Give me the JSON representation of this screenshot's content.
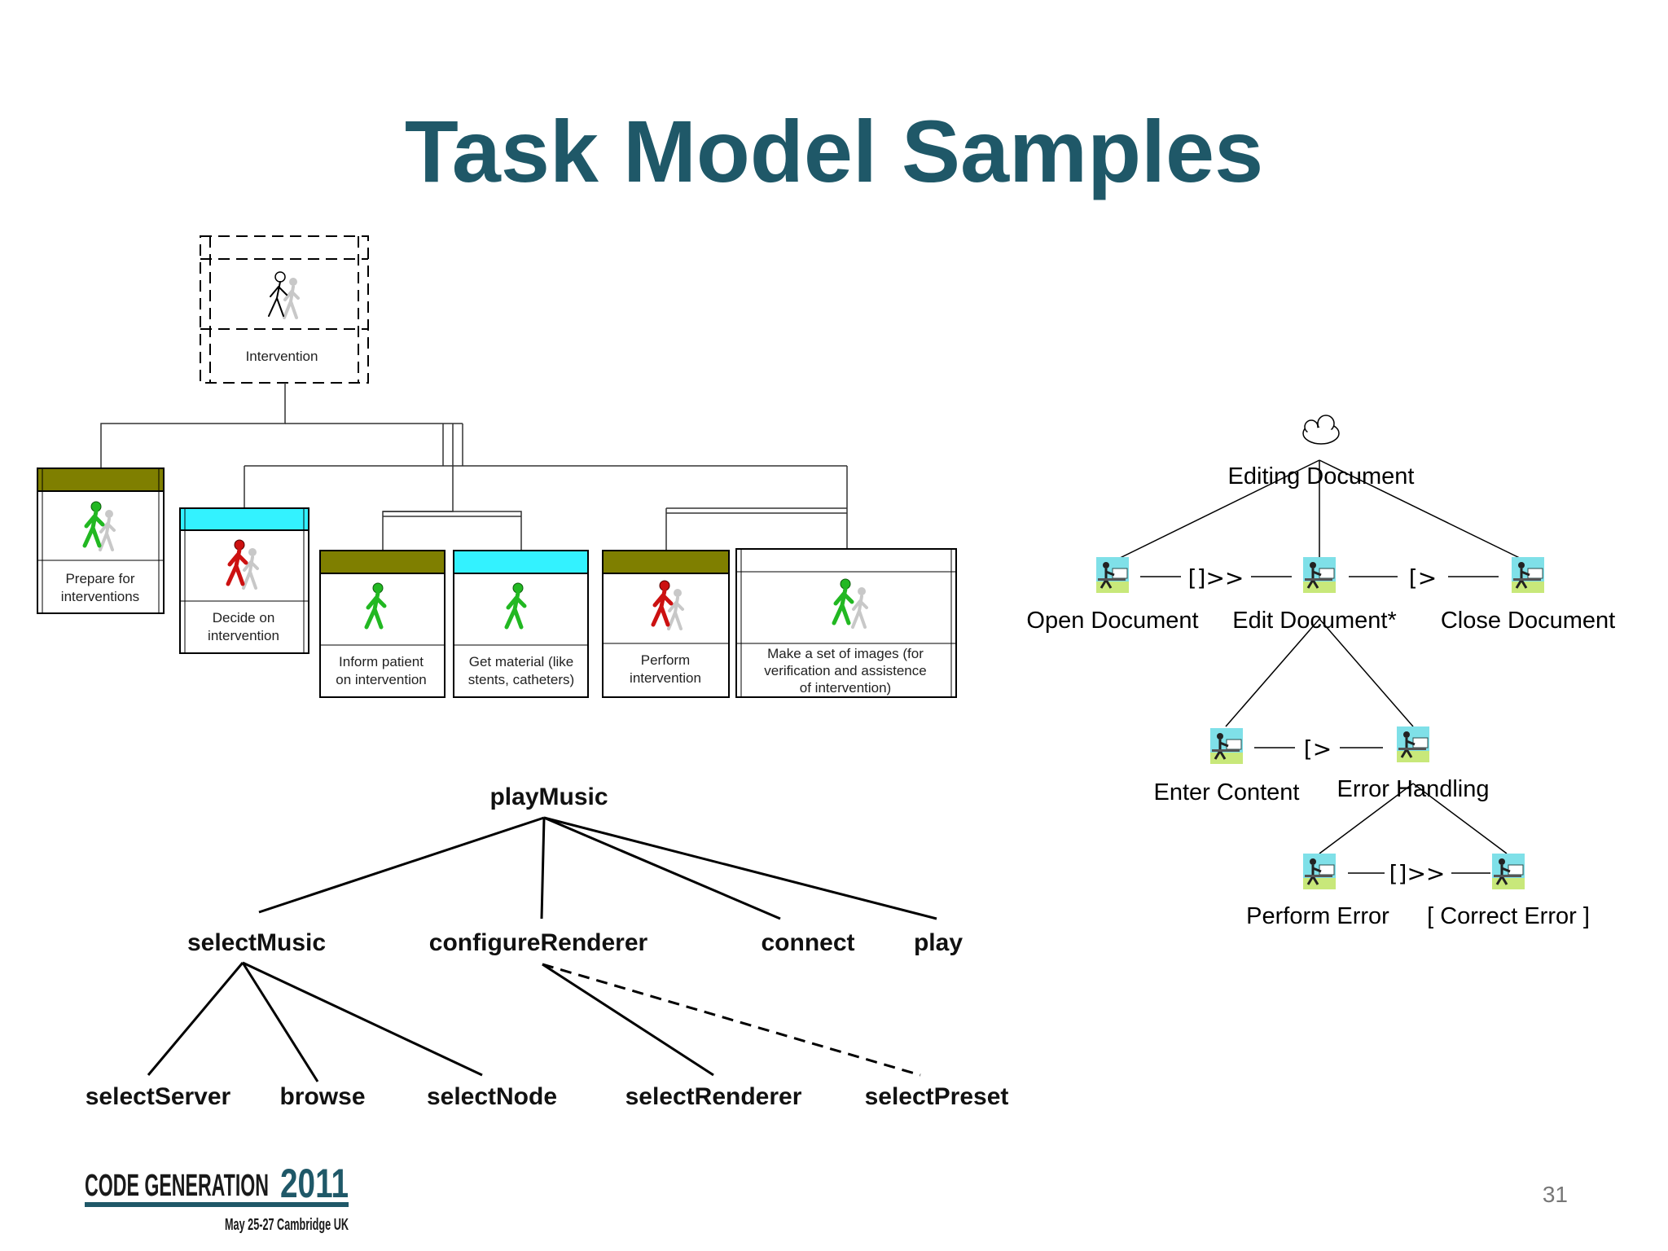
{
  "title": "Task Model Samples",
  "page_number": "31",
  "logo": {
    "line1_code": "CODE GENERATION",
    "line1_year": "2011",
    "line2": "May 25-27 Cambridge UK"
  },
  "colors": {
    "title": "#1f5868",
    "olive_header": "#7f7f00",
    "cyan_header": "#33f2ff",
    "green_figure": "#22b822",
    "red_figure": "#cc1111",
    "page_number": "#777777"
  },
  "intervention_diagram": {
    "root": "Intervention",
    "tasks": [
      {
        "label_lines": [
          "Prepare for",
          "interventions"
        ],
        "header": "olive",
        "figure": "green"
      },
      {
        "label_lines": [
          "Decide on",
          "intervention"
        ],
        "header": "cyan",
        "figure": "red"
      },
      {
        "label_lines": [
          "Inform patient",
          "on intervention"
        ],
        "header": "olive",
        "figure": "green"
      },
      {
        "label_lines": [
          "Get material (like",
          "stents, catheters)"
        ],
        "header": "cyan",
        "figure": "green"
      },
      {
        "label_lines": [
          "Perform",
          "intervention"
        ],
        "header": "olive",
        "figure": "red"
      },
      {
        "label_lines": [
          "Make a set of images (for",
          "verification and assistence",
          "of intervention)"
        ],
        "header": "none",
        "figure": "green"
      }
    ]
  },
  "playmusic_tree": {
    "root": "playMusic",
    "children": [
      "selectMusic",
      "configureRenderer",
      "connect",
      "play"
    ],
    "grandchildren": [
      "selectServer",
      "browse",
      "selectNode",
      "selectRenderer",
      "selectPreset"
    ]
  },
  "editing_tree": {
    "root": "Editing Document",
    "level1": [
      "Open Document",
      "Edit Document*",
      "Close Document"
    ],
    "level1_operators": [
      "[]>>",
      "[>"
    ],
    "level2": [
      "Enter Content",
      "Error Handling"
    ],
    "level2_operator": "[>",
    "level3": [
      "Perform Error",
      "[ Correct Error ]"
    ],
    "level3_operator": "[]>>"
  }
}
